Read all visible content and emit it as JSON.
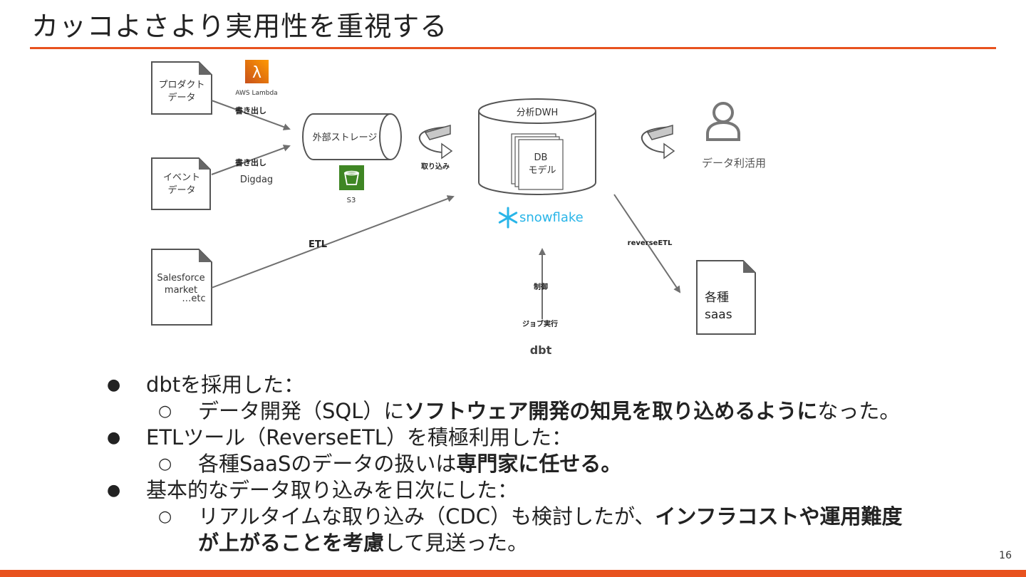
{
  "slide": {
    "title": "カッコよさより実用性を重視する",
    "page_number": "16"
  },
  "colors": {
    "accent": "#e8521e",
    "arrow": "#6f6f6f",
    "snowflake": "#29b5e8"
  },
  "diagram": {
    "product_doc": {
      "line1": "プロダクト",
      "line2": "データ"
    },
    "event_doc": {
      "line1": "イベント",
      "line2": "データ"
    },
    "salesforce_doc": {
      "line1": "Salesforce",
      "line2": "market",
      "line3": "…etc"
    },
    "lambda": {
      "icon": "aws-lambda-icon",
      "label": "AWS Lambda"
    },
    "export_label_1": "書き出し",
    "export_label_2": "書き出し",
    "digdag_label": "Digdag",
    "storage_label": "外部ストレージ",
    "s3": {
      "icon": "s3-bucket-icon",
      "label": "S3"
    },
    "ingest_label": "取り込み",
    "dwh_label": "分析DWH",
    "db_model": {
      "line1": "DB",
      "line2": "モデル"
    },
    "snowflake": {
      "icon": "snowflake-icon",
      "label": "snowflake"
    },
    "user": {
      "icon": "user-icon",
      "label": "データ利活用"
    },
    "etl_label": "ETL",
    "reverse_etl_label": "reverseETL",
    "saas_doc": {
      "line1": "各種",
      "line2": "saas"
    },
    "control_label": "制御",
    "job_label": "ジョブ実行",
    "dbt_label": "dbt"
  },
  "bullets": {
    "b1": "dbtを採用した：",
    "b1_sub": {
      "pre": "データ開発（SQL）に",
      "bold": "ソフトウェア開発の知見を取り込めるように",
      "post": "なった。"
    },
    "b2": "ETLツール（ReverseETL）を積極利用した：",
    "b2_sub": {
      "pre": "各種SaaSのデータの扱いは",
      "bold": "専門家に任せる。"
    },
    "b3": "基本的なデータ取り込みを日次にした：",
    "b3_sub": {
      "pre": "リアルタイムな取り込み（CDC）も検討したが、",
      "bold1": "インフラコストや運用難度",
      "bold2": "が上がることを考慮",
      "post": "して見送った。"
    },
    "dot_glyph": "●",
    "circle_glyph": "○"
  }
}
